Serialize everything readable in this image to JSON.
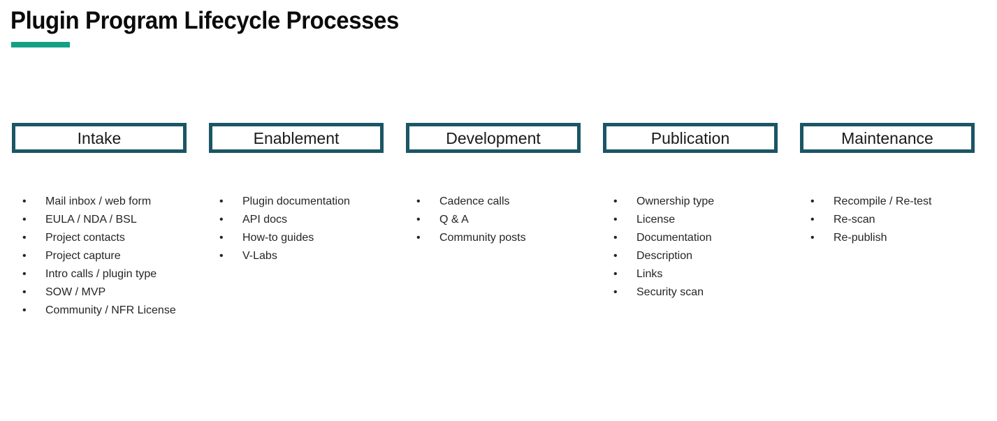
{
  "slide": {
    "title": "Plugin Program Lifecycle Processes",
    "accent_color": "#13a085",
    "box_border_color": "#1b5566",
    "text_color": "#252525",
    "background_color": "#ffffff",
    "bullet_glyph": "•"
  },
  "stages": [
    {
      "label": "Intake",
      "items": [
        "Mail inbox / web form",
        "EULA / NDA / BSL",
        "Project contacts",
        "Project capture",
        "Intro calls / plugin type",
        "SOW / MVP",
        "Community / NFR License"
      ]
    },
    {
      "label": "Enablement",
      "items": [
        "Plugin documentation",
        "API docs",
        "How-to guides",
        "V-Labs"
      ]
    },
    {
      "label": "Development",
      "items": [
        "Cadence calls",
        "Q & A",
        "Community posts"
      ]
    },
    {
      "label": "Publication",
      "items": [
        "Ownership type",
        "License",
        "Documentation",
        "Description",
        "Links",
        "Security scan"
      ]
    },
    {
      "label": "Maintenance",
      "items": [
        "Recompile / Re-test",
        "Re-scan",
        "Re-publish"
      ]
    }
  ]
}
